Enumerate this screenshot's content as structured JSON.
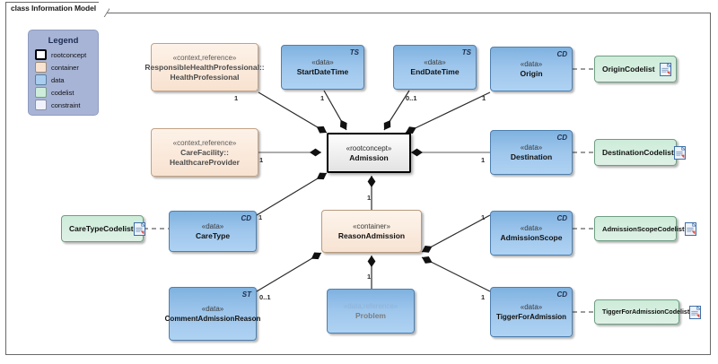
{
  "diagram": {
    "title": "class Information Model",
    "frame": {
      "border_color": "#6a6a6a"
    }
  },
  "legend": {
    "title": "Legend",
    "items": [
      {
        "label": "rootconcept",
        "color": "#ffffff"
      },
      {
        "label": "container",
        "color": "#f8e2d0"
      },
      {
        "label": "data",
        "color": "#a8cdef"
      },
      {
        "label": "codelist",
        "color": "#cdecd9"
      },
      {
        "label": "constraint",
        "color": "#f0f2fb"
      }
    ]
  },
  "nodes": [
    {
      "id": "responsible",
      "kind": "context",
      "stereotype": "«context,reference»",
      "name": "ResponsibleHealthProfessional::",
      "name2": "HealthProfessional",
      "type_mark": ""
    },
    {
      "id": "startdatetime",
      "kind": "data",
      "stereotype": "«data»",
      "name": "StartDateTime",
      "name2": "",
      "type_mark": "TS"
    },
    {
      "id": "enddatetime",
      "kind": "data",
      "stereotype": "«data»",
      "name": "EndDateTime",
      "name2": "",
      "type_mark": "TS"
    },
    {
      "id": "origin",
      "kind": "data",
      "stereotype": "«data»",
      "name": "Origin",
      "name2": "",
      "type_mark": "CD"
    },
    {
      "id": "origincodelist",
      "kind": "codelist",
      "stereotype": "",
      "name": "OriginCodelist",
      "name2": "",
      "type_mark": ""
    },
    {
      "id": "carefacility",
      "kind": "context",
      "stereotype": "«context,reference»",
      "name": "CareFacility::",
      "name2": "HealthcareProvider",
      "type_mark": ""
    },
    {
      "id": "admission",
      "kind": "root",
      "stereotype": "«rootconcept»",
      "name": "Admission",
      "name2": "",
      "type_mark": ""
    },
    {
      "id": "destination",
      "kind": "data",
      "stereotype": "«data»",
      "name": "Destination",
      "name2": "",
      "type_mark": "CD"
    },
    {
      "id": "destinationcodelist",
      "kind": "codelist",
      "stereotype": "",
      "name": "DestinationCodelist",
      "name2": "",
      "type_mark": ""
    },
    {
      "id": "caretypecodelist",
      "kind": "codelist",
      "stereotype": "",
      "name": "CareTypeCodelist",
      "name2": "",
      "type_mark": ""
    },
    {
      "id": "caretype",
      "kind": "data",
      "stereotype": "«data»",
      "name": "CareType",
      "name2": "",
      "type_mark": "CD"
    },
    {
      "id": "reasonadmission",
      "kind": "container",
      "stereotype": "«container»",
      "name": "ReasonAdmission",
      "name2": "",
      "type_mark": ""
    },
    {
      "id": "admissionscope",
      "kind": "data",
      "stereotype": "«data»",
      "name": "AdmissionScope",
      "name2": "",
      "type_mark": "CD"
    },
    {
      "id": "admissionscopecodelist",
      "kind": "codelist",
      "stereotype": "",
      "name": "AdmissionScopeCodelist",
      "name2": "",
      "type_mark": ""
    },
    {
      "id": "commentadmissionreason",
      "kind": "data",
      "stereotype": "«data»",
      "name": "CommentAdmissionReason",
      "name2": "",
      "type_mark": "ST"
    },
    {
      "id": "problem",
      "kind": "ref",
      "stereotype": "«data,reference»",
      "name": "Problem",
      "name2": "",
      "type_mark": ""
    },
    {
      "id": "tiggerforadmission",
      "kind": "data",
      "stereotype": "«data»",
      "name": "TiggerForAdmission",
      "name2": "",
      "type_mark": "CD"
    },
    {
      "id": "tiggerforadmissioncodelist",
      "kind": "codelist",
      "stereotype": "",
      "name": "TiggerForAdmissionCodelist",
      "name2": "",
      "type_mark": ""
    }
  ],
  "multiplicities": [
    {
      "id": "m-responsible",
      "text": "1"
    },
    {
      "id": "m-start",
      "text": "1"
    },
    {
      "id": "m-end",
      "text": "0..1"
    },
    {
      "id": "m-origin",
      "text": "1"
    },
    {
      "id": "m-carefacility",
      "text": "1"
    },
    {
      "id": "m-destination",
      "text": "1"
    },
    {
      "id": "m-caretype",
      "text": "1"
    },
    {
      "id": "m-reason",
      "text": "1"
    },
    {
      "id": "m-scope",
      "text": "1"
    },
    {
      "id": "m-comment",
      "text": "0..1"
    },
    {
      "id": "m-problem",
      "text": "1"
    },
    {
      "id": "m-tigger",
      "text": "1"
    }
  ],
  "icons": {
    "codelist_doc": "document-icon"
  }
}
